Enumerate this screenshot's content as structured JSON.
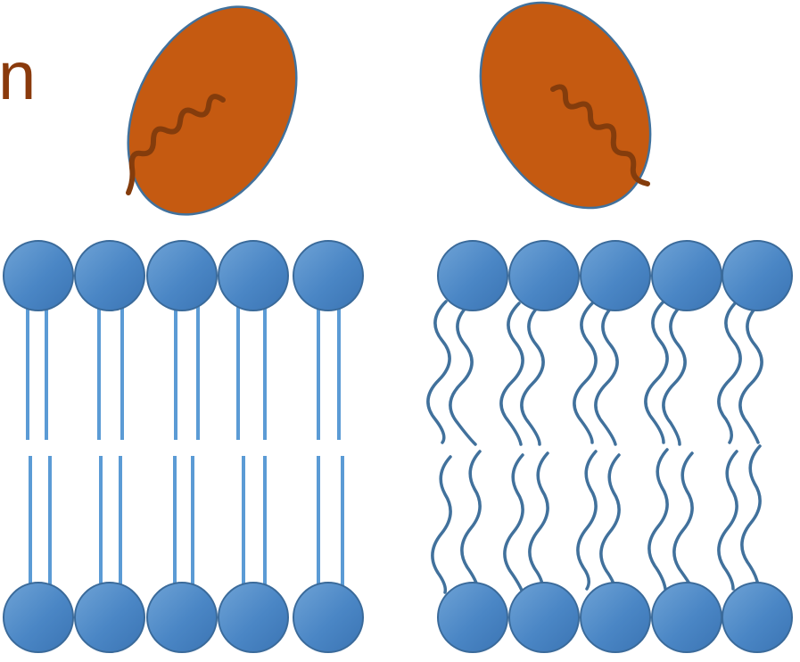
{
  "partial_label": "n",
  "colors": {
    "background": "#ffffff",
    "protein_fill": "#c55a11",
    "protein_stroke": "#41719c",
    "protein_squiggle": "#843c0c",
    "lipid_head_fill": "#4a86c5",
    "lipid_head_light": "#6fa3d6",
    "lipid_head_stroke": "#3a6a9a",
    "tail_straight": "#5b9bd5",
    "tail_wavy": "#41719c",
    "label_color": "#8a3a0c"
  },
  "panels": [
    {
      "tail_state": "straight",
      "protein": {
        "icon": "protein-ellipse",
        "orientation": "tilted-right"
      },
      "lipid_count_per_leaflet": 5
    },
    {
      "tail_state": "wavy",
      "protein": {
        "icon": "protein-ellipse",
        "orientation": "tilted-left"
      },
      "lipid_count_per_leaflet": 5
    }
  ]
}
